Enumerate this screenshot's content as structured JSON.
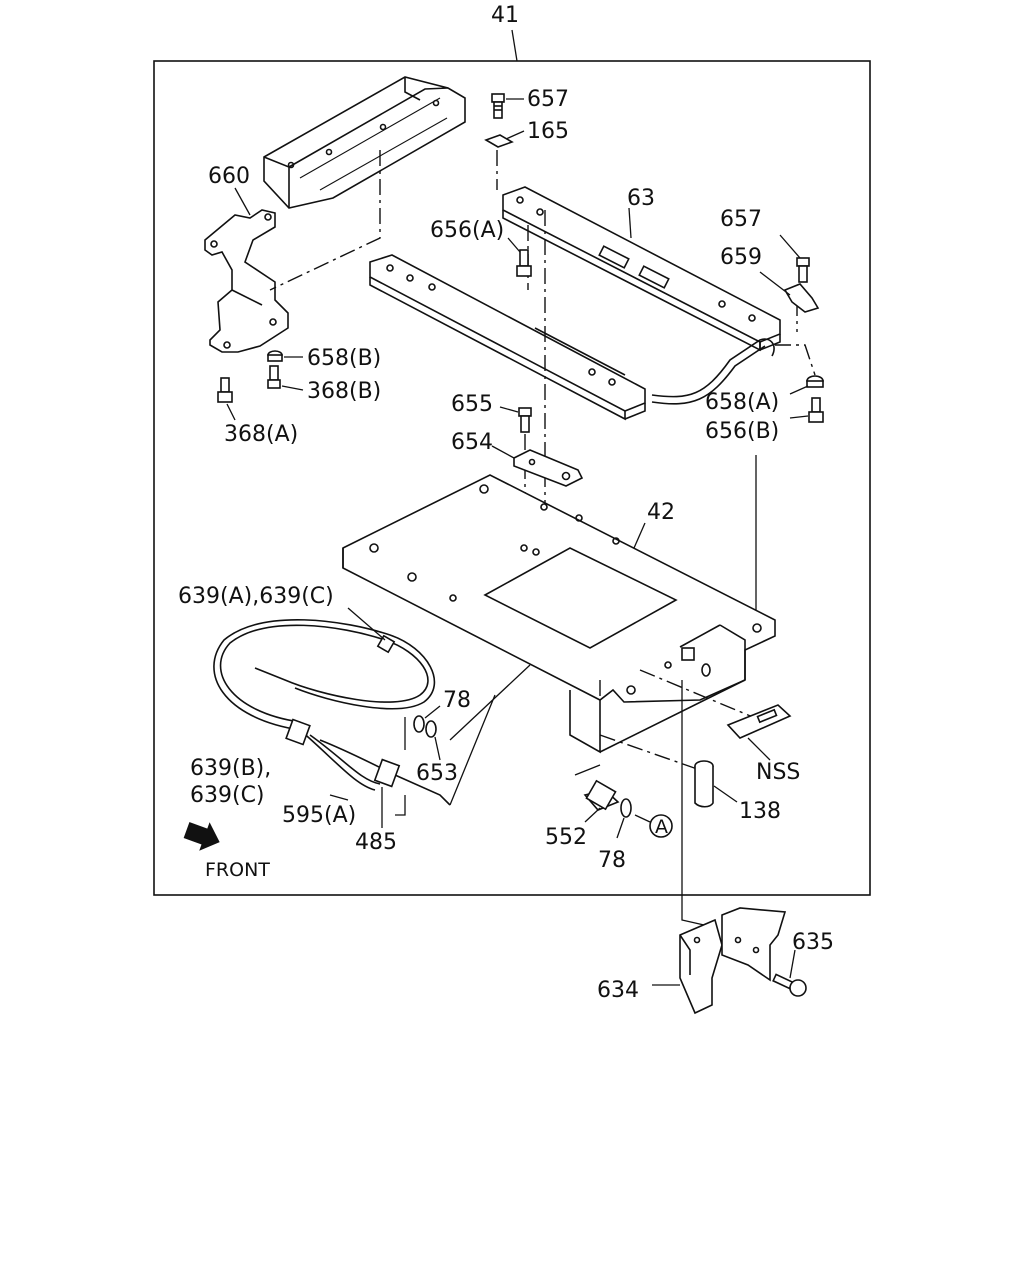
{
  "diagram": {
    "callouts": {
      "c41": "41",
      "c657a": "657",
      "c165": "165",
      "c660": "660",
      "c63": "63",
      "c656a": "656(A)",
      "c657b": "657",
      "c659": "659",
      "c658b": "658(B)",
      "c368b": "368(B)",
      "c368a": "368(A)",
      "c655": "655",
      "c658a": "658(A)",
      "c656b": "656(B)",
      "c654": "654",
      "c42": "42",
      "c639ac": "639(A),639(C)",
      "c78a": "78",
      "c653": "653",
      "c639b": "639(B),",
      "c639c": "639(C)",
      "c595a": "595(A)",
      "c485": "485",
      "cnss": "NSS",
      "c138": "138",
      "c552": "552",
      "c78b": "78",
      "cA": "A",
      "cfront": "FRONT",
      "c635": "635",
      "c634": "634"
    }
  }
}
